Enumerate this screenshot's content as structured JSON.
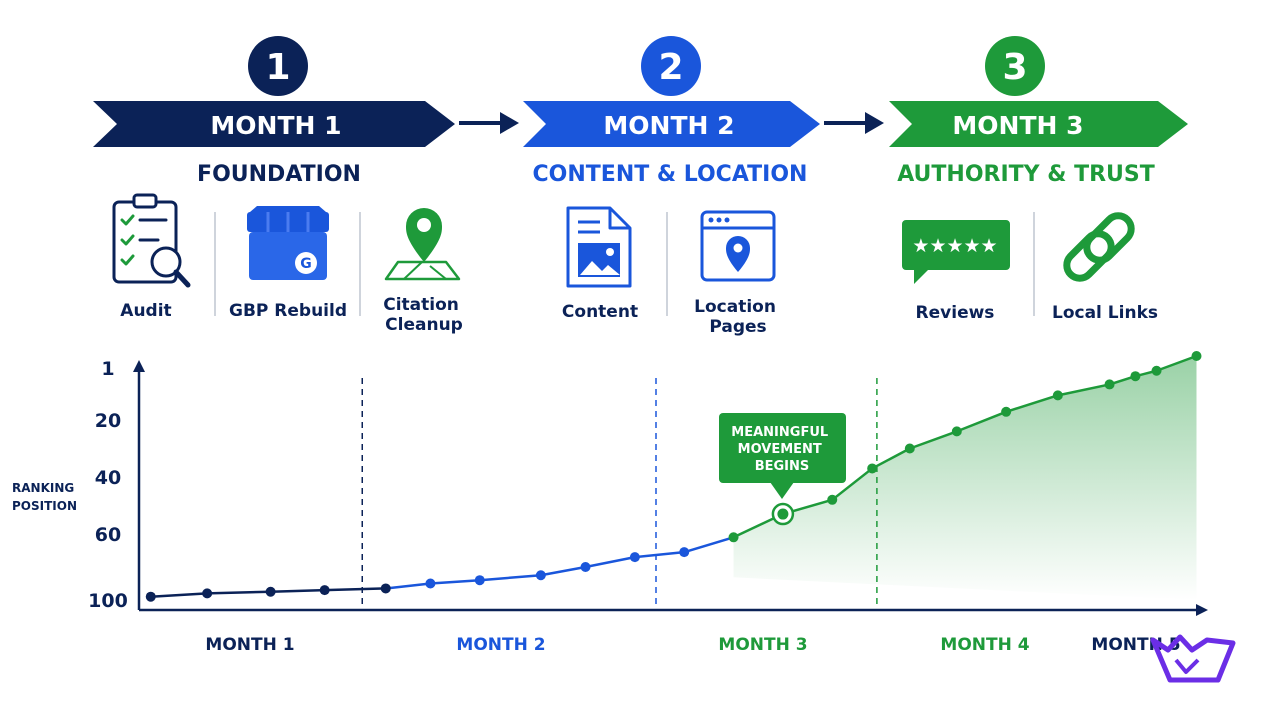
{
  "colors": {
    "navy": "#0b2257",
    "blue": "#1a56db",
    "green": "#1e9a3a",
    "purple": "#6b2ee6",
    "gray": "#bfc6d1"
  },
  "phases": [
    {
      "number": "1",
      "banner": "MONTH 1",
      "subtitle": "FOUNDATION",
      "color": "navy",
      "icons": [
        {
          "icon": "audit-clipboard-magnifier-icon",
          "label": "Audit"
        },
        {
          "icon": "google-business-storefront-icon",
          "label": "GBP Rebuild"
        },
        {
          "icon": "map-pin-icon",
          "label": "Citation Cleanup"
        }
      ]
    },
    {
      "number": "2",
      "banner": "MONTH 2",
      "subtitle": "CONTENT & LOCATION",
      "color": "blue",
      "icons": [
        {
          "icon": "document-image-icon",
          "label": "Content"
        },
        {
          "icon": "browser-location-icon",
          "label": "Location Pages"
        }
      ]
    },
    {
      "number": "3",
      "banner": "MONTH 3",
      "subtitle": "AUTHORITY & TRUST",
      "color": "green",
      "icons": [
        {
          "icon": "review-stars-icon",
          "label": "Reviews"
        },
        {
          "icon": "chain-link-icon",
          "label": "Local Links"
        }
      ]
    }
  ],
  "callout": "MEANINGFUL MOVEMENT BEGINS",
  "chart_data": {
    "type": "line",
    "ylabel": "RANKING POSITION",
    "xlabel": "",
    "y_ticks": [
      1,
      20,
      40,
      60,
      100
    ],
    "y_inverted": true,
    "x_range": [
      0.55,
      5.05
    ],
    "x_ticks": [
      {
        "label": "MONTH 1",
        "month": 1,
        "color": "navy"
      },
      {
        "label": "MONTH 2",
        "month": 2,
        "color": "blue"
      },
      {
        "label": "MONTH 3",
        "month": 3,
        "color": "green"
      },
      {
        "label": "MONTH 4",
        "month": 4,
        "color": "green"
      },
      {
        "label": "MONTH 5",
        "month": 5,
        "color": "navy"
      }
    ],
    "phase_boundaries": [
      {
        "month": 1.5,
        "color": "navy"
      },
      {
        "month": 2.75,
        "color": "blue"
      },
      {
        "month": 3.69,
        "color": "green"
      }
    ],
    "x": [
      0.6,
      0.84,
      1.11,
      1.34,
      1.6,
      1.79,
      2.0,
      2.26,
      2.45,
      2.66,
      2.87,
      3.08,
      3.29,
      3.5,
      3.67,
      3.83,
      4.03,
      4.24,
      4.46,
      4.68,
      4.79,
      4.88,
      5.05
    ],
    "y": [
      98,
      96,
      95,
      94,
      93,
      90,
      88,
      85,
      80,
      74,
      71,
      62,
      53,
      48,
      37,
      30,
      24,
      17,
      11,
      7,
      4,
      2,
      0
    ],
    "segments": [
      {
        "from": 0,
        "to": 4,
        "color": "navy"
      },
      {
        "from": 4,
        "to": 11,
        "color": "blue"
      },
      {
        "from": 11,
        "to": 22,
        "color": "green"
      }
    ],
    "highlight_index": 12,
    "grid": false
  }
}
